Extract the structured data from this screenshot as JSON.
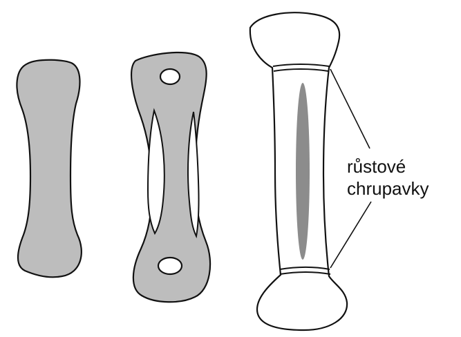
{
  "diagram": {
    "label": {
      "line1": "růstové",
      "line2": "chrupavky"
    },
    "colors": {
      "cartilage_fill": "#bdbdbd",
      "bone_fill": "#ffffff",
      "marrow_fill": "#8c8c8c",
      "outline": "#111111",
      "background": "#ffffff"
    },
    "stages": [
      "cartilage-model",
      "ossifying-bone",
      "mature-long-bone"
    ]
  }
}
